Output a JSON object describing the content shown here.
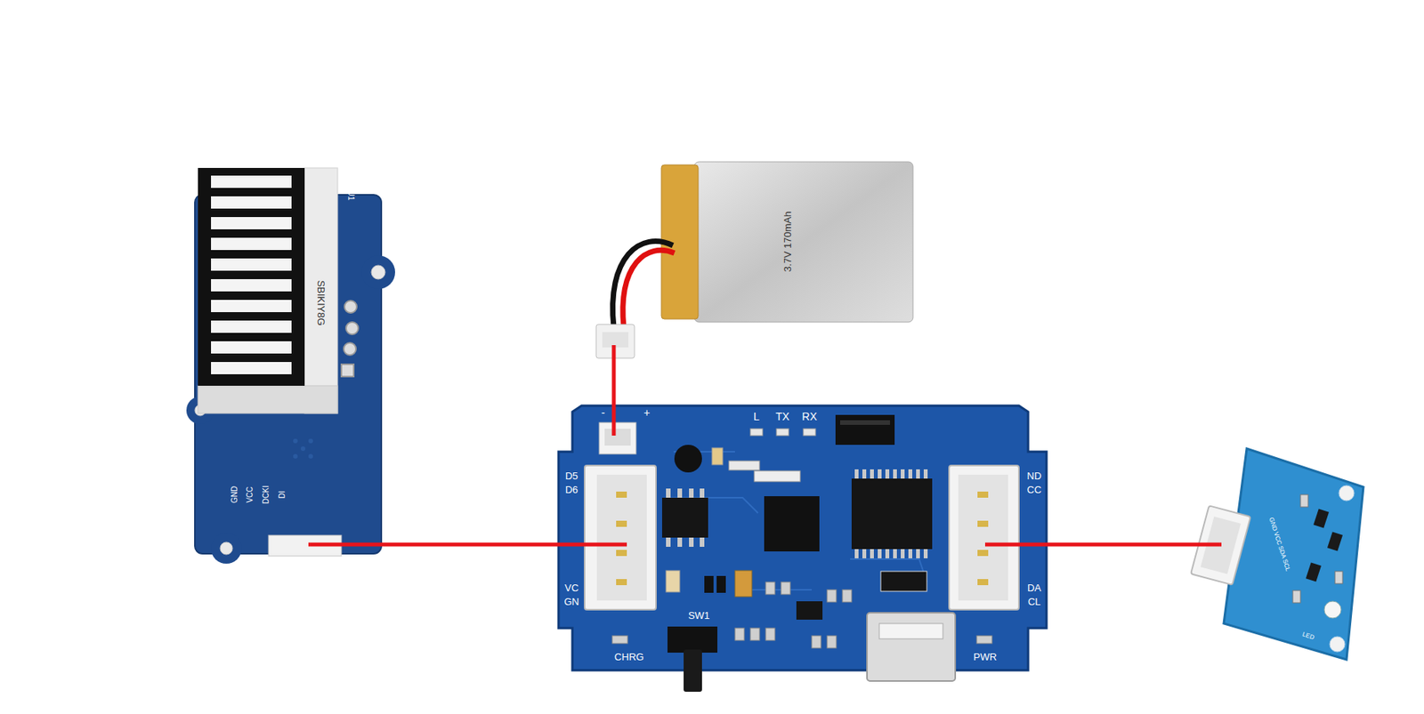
{
  "diagram": {
    "nodes": [
      {
        "text": [
          "SBIKIY8G",
          "U1",
          "GND",
          "VCC",
          "DCKI",
          "DI"
        ]
      },
      {
        "text": [
          "3.7V 170mAh"
        ]
      },
      {
        "text": [
          "-",
          "+",
          "L",
          "TX",
          "RX",
          "D5",
          "D6",
          "VC",
          "GN",
          "ND",
          "CC",
          "DA",
          "CL",
          "SW1",
          "CHRG",
          "PWR"
        ]
      },
      {
        "text": [
          "GND VCC SDA SCL",
          "LED"
        ]
      }
    ],
    "edges": [
      {
        "from": 1,
        "to": 2,
        "arrow": "none"
      },
      {
        "from": 0,
        "to": 2,
        "arrow": "none"
      },
      {
        "from": 2,
        "to": 3,
        "arrow": "none"
      }
    ]
  }
}
